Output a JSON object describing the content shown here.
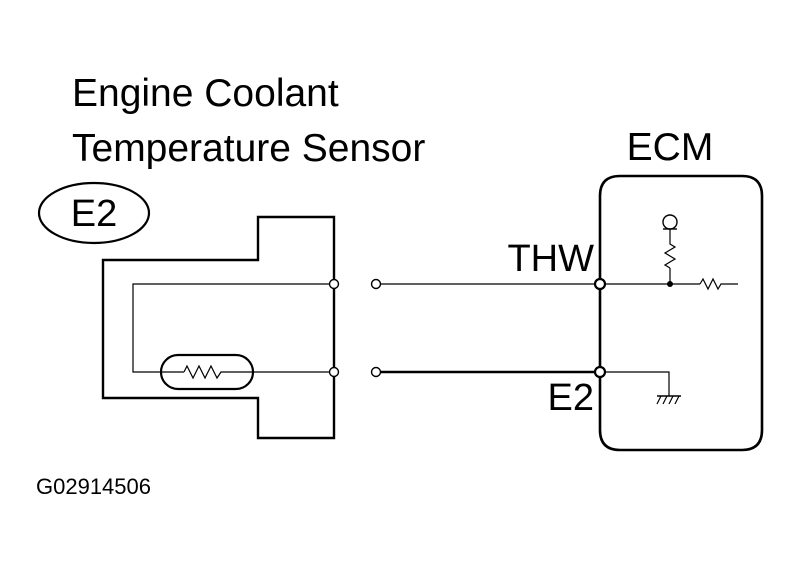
{
  "diagram": {
    "sensor_title_line1": "Engine Coolant",
    "sensor_title_line2": "Temperature Sensor",
    "connector_code": "E2",
    "ecm_label": "ECM",
    "thw_terminal": "THW",
    "e2_terminal": "E2",
    "figure_id": "G02914506"
  },
  "colors": {
    "line": "#000000",
    "background": "#ffffff"
  }
}
